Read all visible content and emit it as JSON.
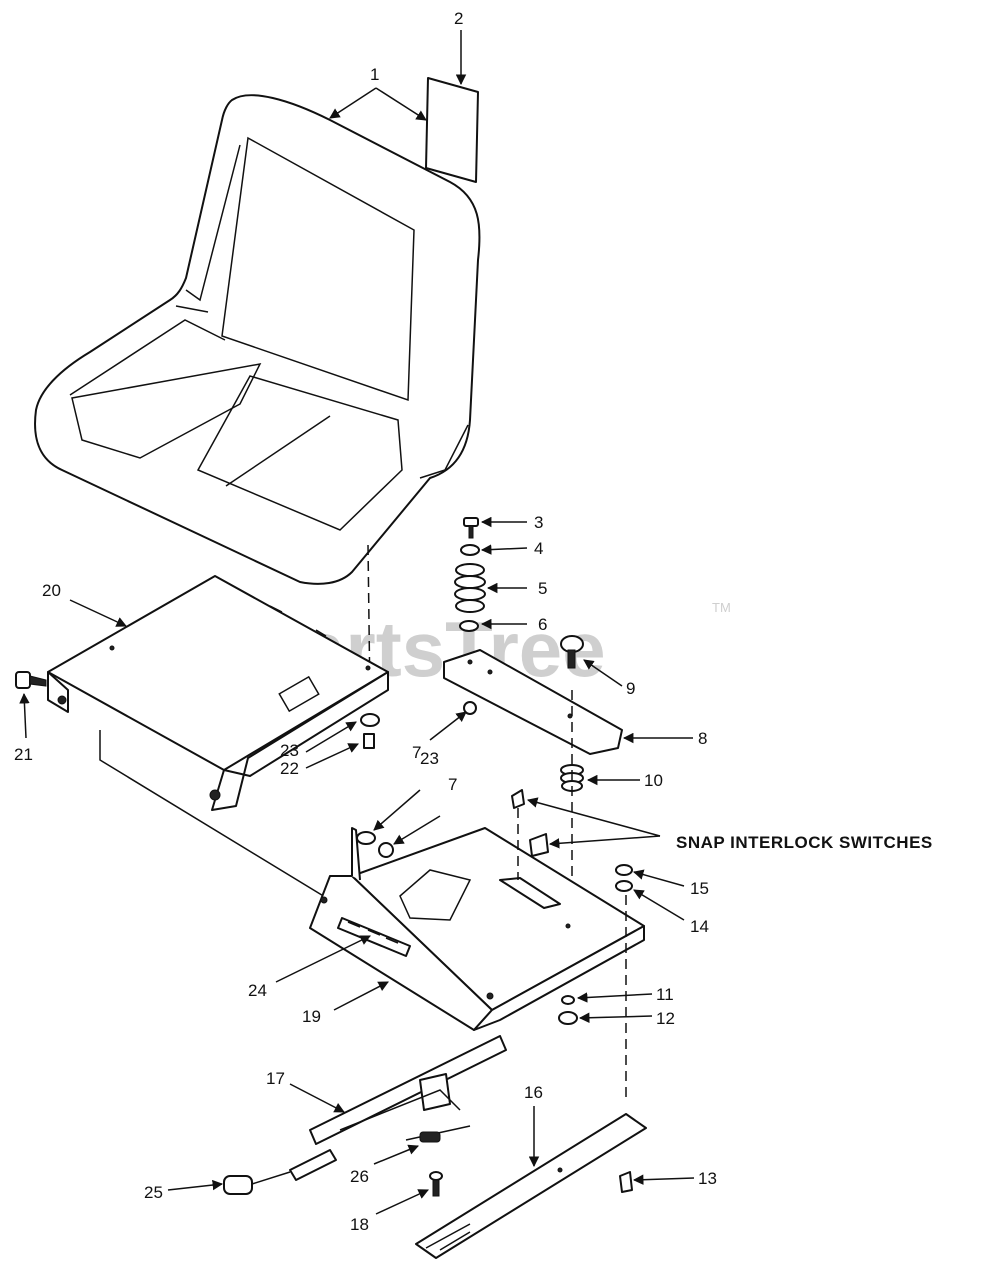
{
  "watermark": "PartsTree",
  "watermark_tm": "TM",
  "note_label": "SNAP INTERLOCK SWITCHES",
  "callouts": {
    "c1": "1",
    "c2": "2",
    "c3": "3",
    "c4": "4",
    "c5": "5",
    "c6": "6",
    "c7a": "7",
    "c7b": "7",
    "c8": "8",
    "c9": "9",
    "c10": "10",
    "c11": "11",
    "c12": "12",
    "c13": "13",
    "c14": "14",
    "c15": "15",
    "c16": "16",
    "c17": "17",
    "c18": "18",
    "c19": "19",
    "c20": "20",
    "c21": "21",
    "c22": "22",
    "c23a": "23",
    "c23b": "23",
    "c24": "24",
    "c25": "25",
    "c26": "26"
  }
}
